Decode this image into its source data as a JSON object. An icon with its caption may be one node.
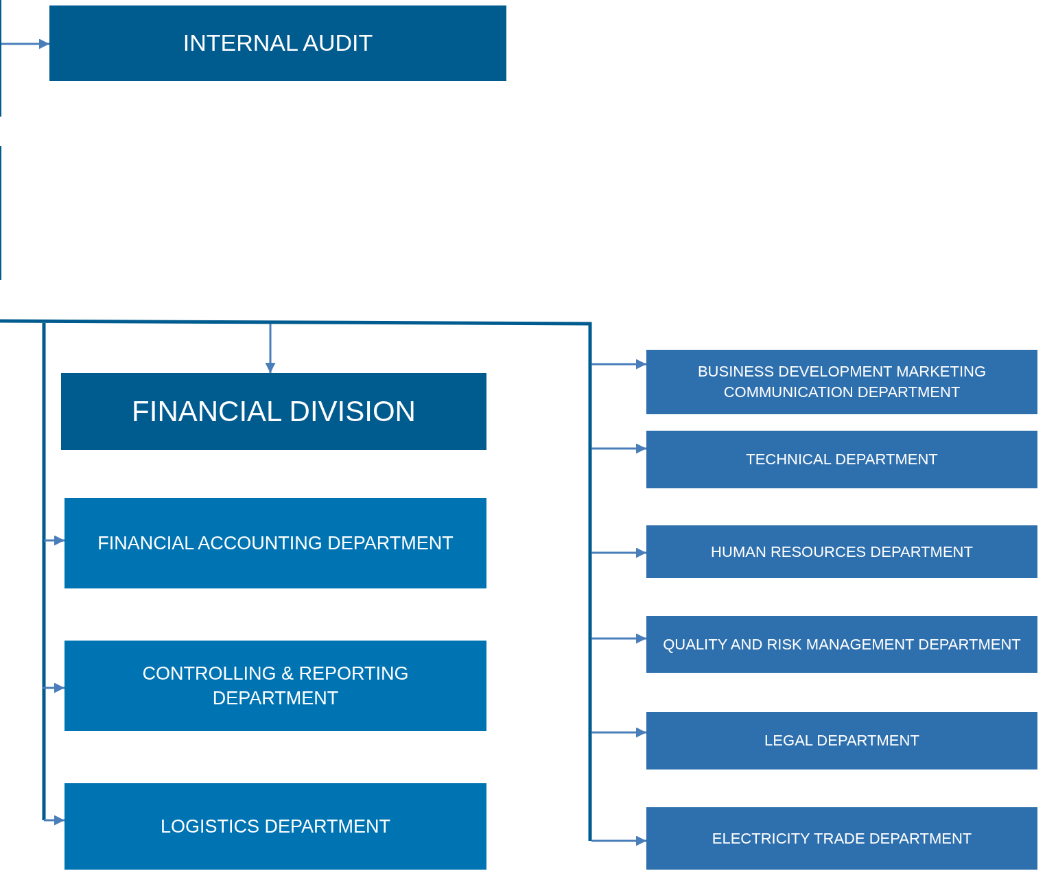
{
  "diagram": {
    "nodes": [
      {
        "text": [
          "INTERNAL AUDIT"
        ]
      },
      {
        "text": [
          "FINANCIAL DIVISION"
        ]
      },
      {
        "text": [
          "FINANCIAL ACCOUNTING DEPARTMENT"
        ]
      },
      {
        "text": [
          "CONTROLLING & REPORTING DEPARTMENT"
        ]
      },
      {
        "text": [
          "LOGISTICS DEPARTMENT"
        ]
      },
      {
        "text": [
          "BUSINESS DEVELOPMENT MARKETING COMMUNICATION DEPARTMENT"
        ]
      },
      {
        "text": [
          "TECHNICAL DEPARTMENT"
        ]
      },
      {
        "text": [
          "HUMAN RESOURCES DEPARTMENT"
        ]
      },
      {
        "text": [
          "QUALITY AND RISK MANAGEMENT DEPARTMENT"
        ]
      },
      {
        "text": [
          "LEGAL DEPARTMENT"
        ]
      },
      {
        "text": [
          "ELECTRICITY TRADE DEPARTMENT"
        ]
      }
    ],
    "edges": [
      {
        "from": null,
        "to": 0,
        "arrow": "to"
      },
      {
        "from": null,
        "to": 1,
        "arrow": "to"
      },
      {
        "from": null,
        "to": 2,
        "arrow": "to"
      },
      {
        "from": null,
        "to": 3,
        "arrow": "to"
      },
      {
        "from": null,
        "to": 4,
        "arrow": "to"
      },
      {
        "from": null,
        "to": 5,
        "arrow": "to"
      },
      {
        "from": null,
        "to": 6,
        "arrow": "to"
      },
      {
        "from": null,
        "to": 7,
        "arrow": "to"
      },
      {
        "from": null,
        "to": 8,
        "arrow": "to"
      },
      {
        "from": null,
        "to": 9,
        "arrow": "to"
      },
      {
        "from": null,
        "to": 10,
        "arrow": "to"
      }
    ]
  }
}
